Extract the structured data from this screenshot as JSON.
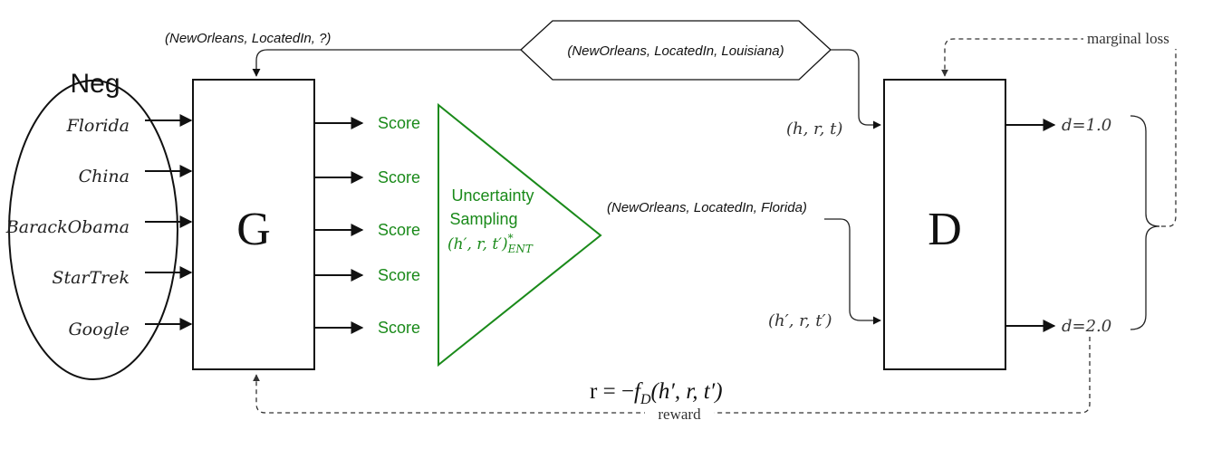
{
  "neg_label": "Neg",
  "neg_entities": [
    "Florida",
    "China",
    "BarackObama",
    "StarTrek",
    "Google"
  ],
  "generator_label": "G",
  "discriminator_label": "D",
  "score_label": "Score",
  "sampler": {
    "line1": "Uncertainty",
    "line2": "Sampling",
    "formula_main": "(h′, r, t′)",
    "formula_sup": "*",
    "formula_sub": "ENT"
  },
  "query_triple": "(NewOrleans, LocatedIn, ?)",
  "positive_triple": "(NewOrleans, LocatedIn, Louisiana)",
  "negative_triple": "(NewOrleans, LocatedIn, Florida)",
  "pos_input": "(h, r, t)",
  "neg_input": "(h′, r, t′)",
  "d_outputs": [
    "d=1.0",
    "d=2.0"
  ],
  "marginal_loss_label": "marginal loss",
  "reward_formula": {
    "lhs": "r = −",
    "f": "f",
    "sub": "D",
    "args": "(h′, r, t′)"
  },
  "reward_label": "reward",
  "colors": {
    "accent_green": "#1a8a1a",
    "ink": "#111111"
  }
}
